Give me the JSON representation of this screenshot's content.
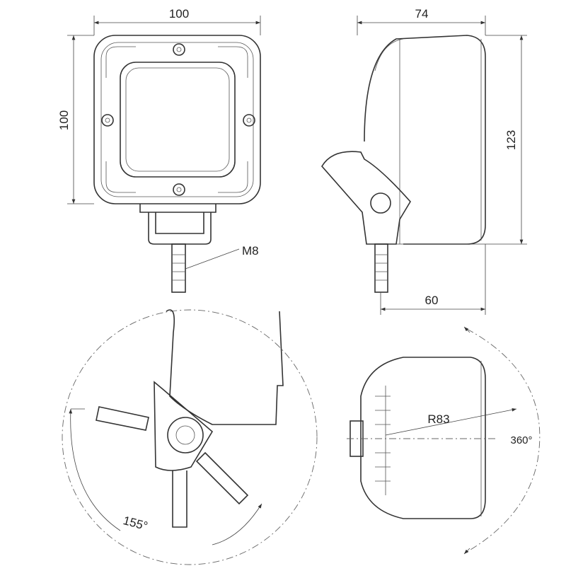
{
  "front_view": {
    "width_label": "100",
    "height_label": "100",
    "thread_label": "M8"
  },
  "side_view": {
    "depth_label": "74",
    "height_label": "123",
    "mount_depth_label": "60"
  },
  "tilt_view": {
    "angle_label": "155°"
  },
  "rotation_view": {
    "radius_label": "R83",
    "rotation_label": "360°"
  },
  "colors": {
    "line": "#333333",
    "background": "#ffffff"
  }
}
